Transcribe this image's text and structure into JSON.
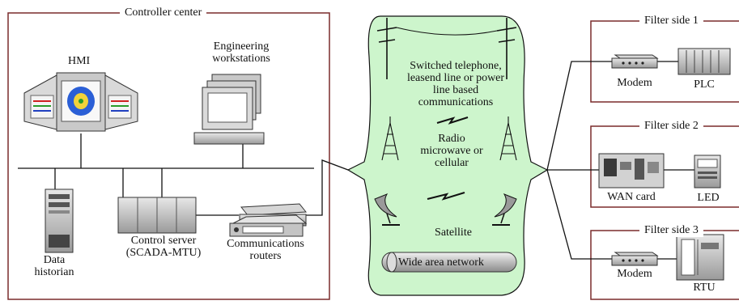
{
  "controller": {
    "title": "Controller center",
    "hmi": "HMI",
    "engineering": "Engineering workstations",
    "data_historian": "Data historian",
    "control_server": "Control server (SCADA-MTU)",
    "comm_routers": "Communications routers"
  },
  "wan": {
    "switched": "Switched telephone, leasend line or power line based communications",
    "radio": "Radio microwave or cellular",
    "satellite": "Satellite",
    "wan_label": "Wide area network"
  },
  "sites": [
    {
      "title": "Filter side 1",
      "left_device": "Modem",
      "right_device": "PLC"
    },
    {
      "title": "Filter side 2",
      "left_device": "WAN card",
      "right_device": "LED"
    },
    {
      "title": "Filter side 3",
      "left_device": "Modem",
      "right_device": "RTU"
    }
  ],
  "colors": {
    "frame": "#7a2b2b",
    "cloud_fill": "#cdf5cc",
    "line": "#111111",
    "device_gray": "#b9b9b9"
  }
}
